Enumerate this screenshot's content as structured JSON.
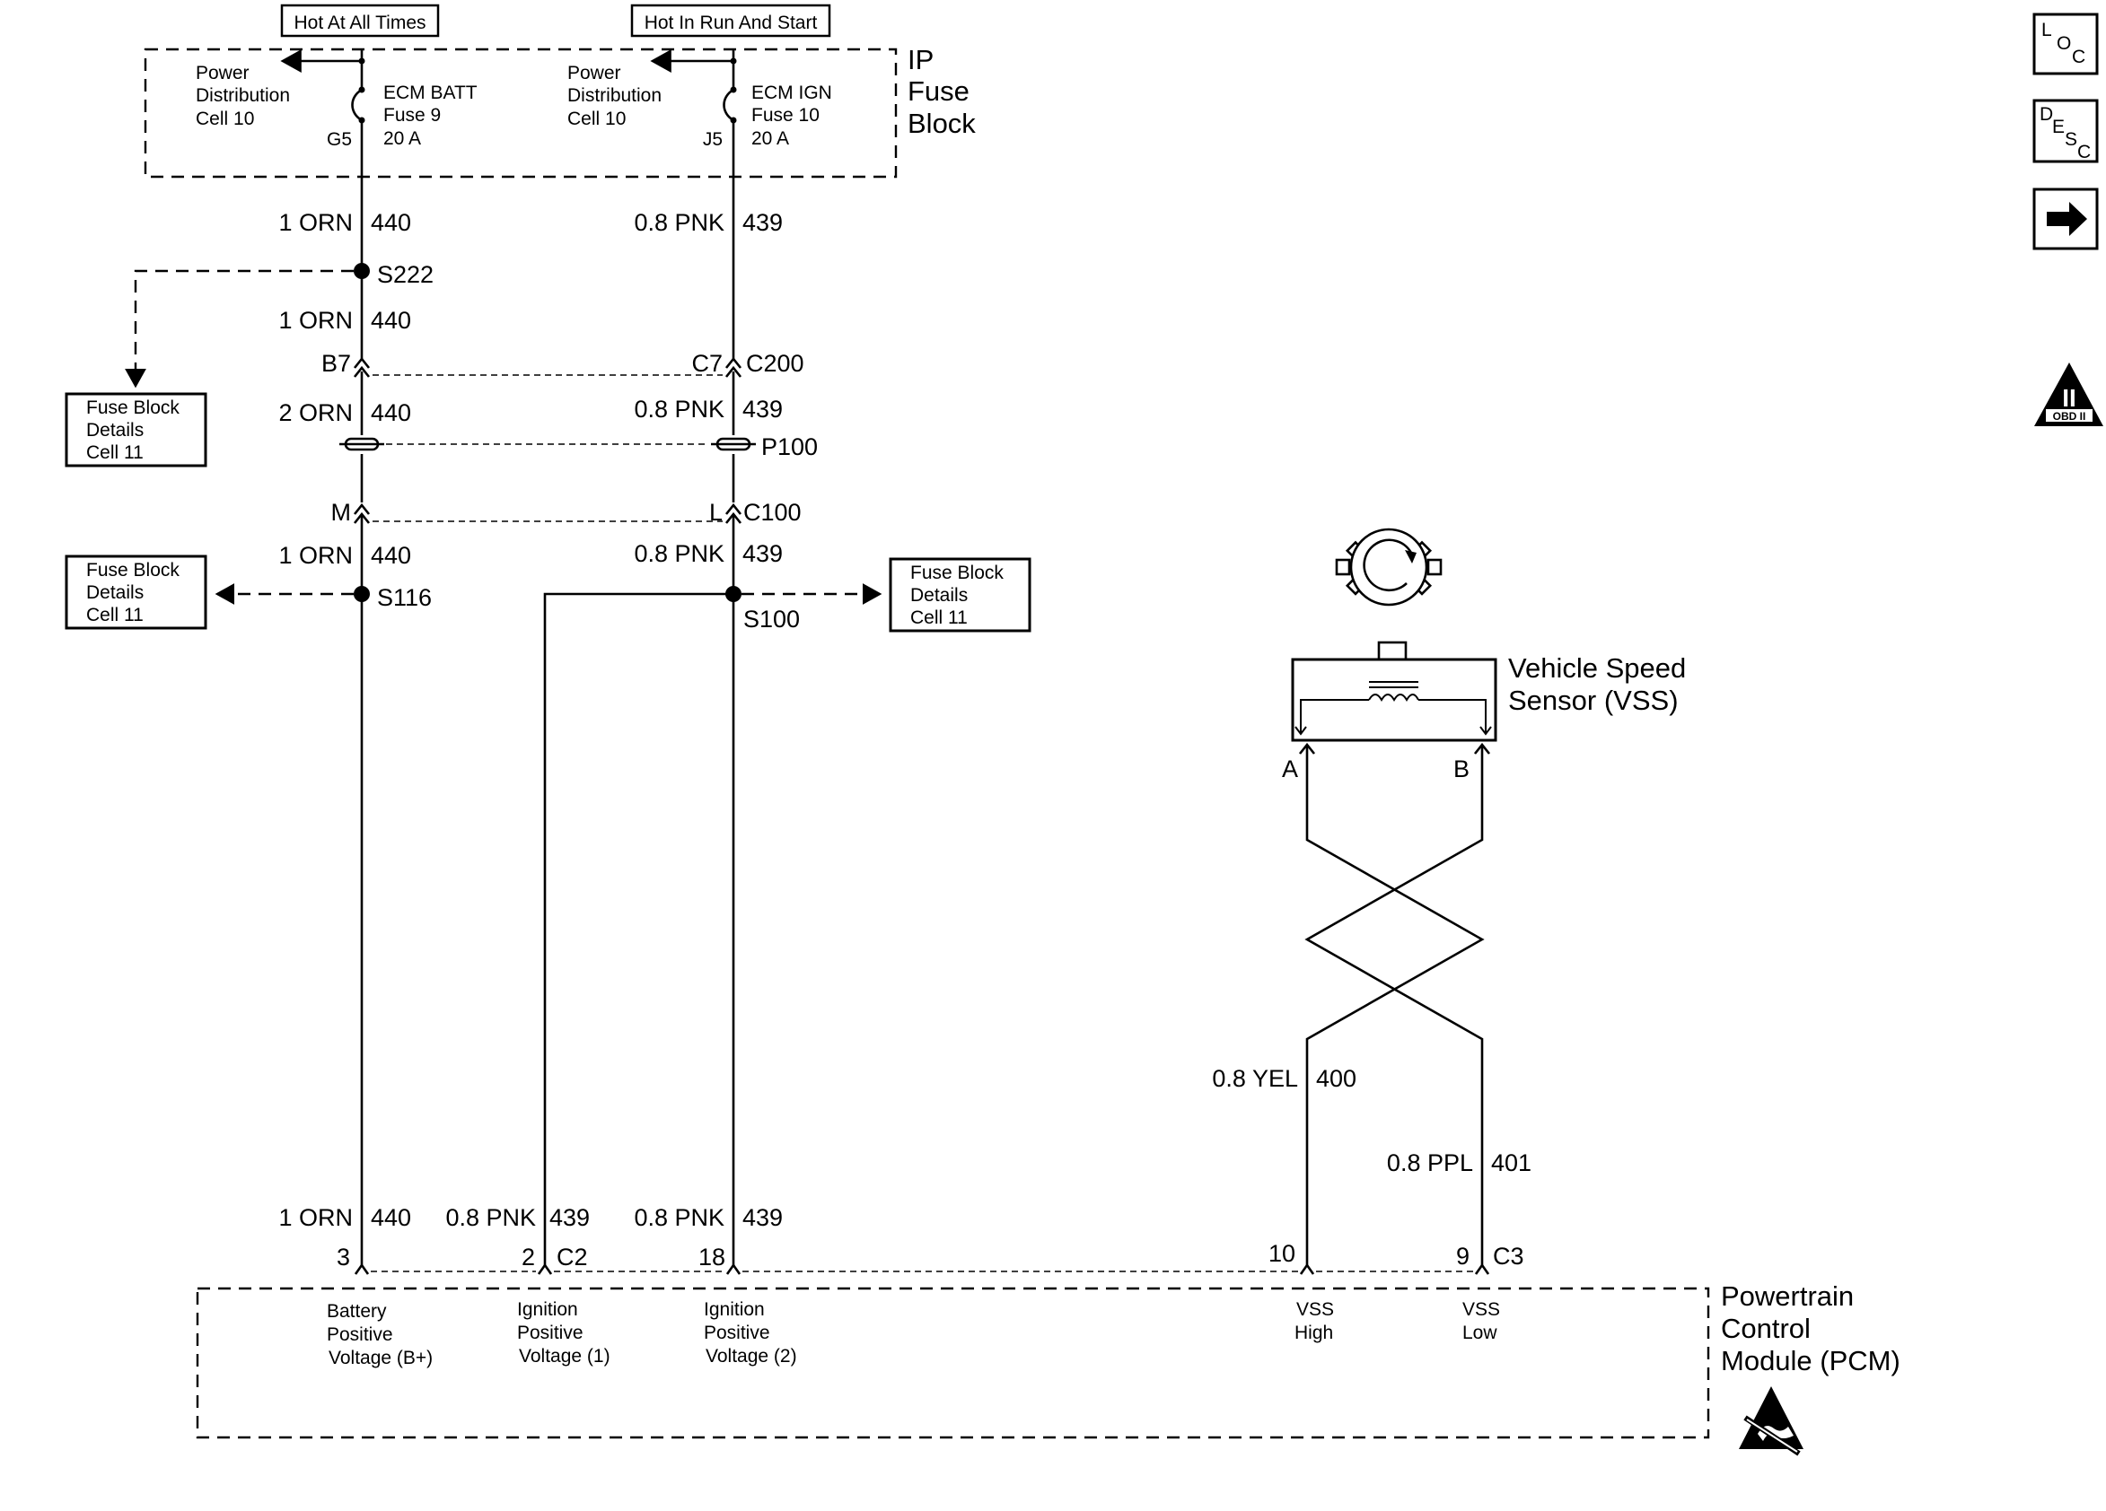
{
  "diagram": {
    "headers": {
      "hot_all_times": "Hot At All Times",
      "hot_run_start": "Hot In Run And Start"
    },
    "ip_fuse_block": {
      "title_line1": "IP",
      "title_line2": "Fuse",
      "title_line3": "Block",
      "left_circuit": {
        "power_dist": [
          "Power",
          "Distribution",
          "Cell 10"
        ],
        "fuse": [
          "ECM BATT",
          "Fuse 9",
          "20 A"
        ],
        "terminal": "G5"
      },
      "right_circuit": {
        "power_dist": [
          "Power",
          "Distribution",
          "Cell 10"
        ],
        "fuse": [
          "ECM IGN",
          "Fuse 10",
          "20 A"
        ],
        "terminal": "J5"
      }
    },
    "wires": {
      "orn_1_440_a": {
        "gauge_color": "1 ORN",
        "circuit": "440"
      },
      "pnk_08_439_a": {
        "gauge_color": "0.8 PNK",
        "circuit": "439"
      },
      "orn_1_440_b": {
        "gauge_color": "1 ORN",
        "circuit": "440"
      },
      "orn_2_440": {
        "gauge_color": "2 ORN",
        "circuit": "440"
      },
      "pnk_08_439_b": {
        "gauge_color": "0.8 PNK",
        "circuit": "439"
      },
      "orn_1_440_c": {
        "gauge_color": "1 ORN",
        "circuit": "440"
      },
      "pnk_08_439_c": {
        "gauge_color": "0.8 PNK",
        "circuit": "439"
      },
      "orn_1_440_d": {
        "gauge_color": "1 ORN",
        "circuit": "440"
      },
      "pnk_08_439_d": {
        "gauge_color": "0.8 PNK",
        "circuit": "439"
      },
      "pnk_08_439_e": {
        "gauge_color": "0.8 PNK",
        "circuit": "439"
      },
      "yel_08_400": {
        "gauge_color": "0.8 YEL",
        "circuit": "400"
      },
      "ppl_08_401": {
        "gauge_color": "0.8 PPL",
        "circuit": "401"
      }
    },
    "splices": {
      "s222": "S222",
      "s116": "S116",
      "s100": "S100"
    },
    "connectors": {
      "b7": "B7",
      "c7": "C7",
      "c200": "C200",
      "p100": "P100",
      "m": "M",
      "l": "L",
      "c100": "C100"
    },
    "fuse_block_details": [
      [
        "Fuse Block",
        "Details",
        "Cell 11"
      ],
      [
        "Fuse Block",
        "Details",
        "Cell 11"
      ],
      [
        "Fuse Block",
        "Details",
        "Cell 11"
      ]
    ],
    "vss": {
      "label_line1": "Vehicle Speed",
      "label_line2": "Sensor (VSS)",
      "pin_a": "A",
      "pin_b": "B"
    },
    "pcm": {
      "title_line1": "Powertrain",
      "title_line2": "Control",
      "title_line3": "Module (PCM)",
      "pins": {
        "p3": "3",
        "p2": "2",
        "c2": "C2",
        "p18": "18",
        "p10": "10",
        "p9": "9",
        "c3": "C3"
      },
      "battery": [
        "Battery",
        "Positive",
        "Voltage (B+)"
      ],
      "ign1": [
        "Ignition",
        "Positive",
        "Voltage (1)"
      ],
      "ign2": [
        "Ignition",
        "Positive",
        "Voltage (2)"
      ],
      "vss_high": [
        "VSS",
        "High"
      ],
      "vss_low": [
        "VSS",
        "Low"
      ]
    }
  },
  "nav": {
    "loc": {
      "l": "L",
      "o": "O",
      "c": "C"
    },
    "desc": {
      "d": "D",
      "e": "E",
      "s": "S",
      "c": "C"
    },
    "obd": {
      "roman": "II",
      "text": "OBD II"
    }
  }
}
